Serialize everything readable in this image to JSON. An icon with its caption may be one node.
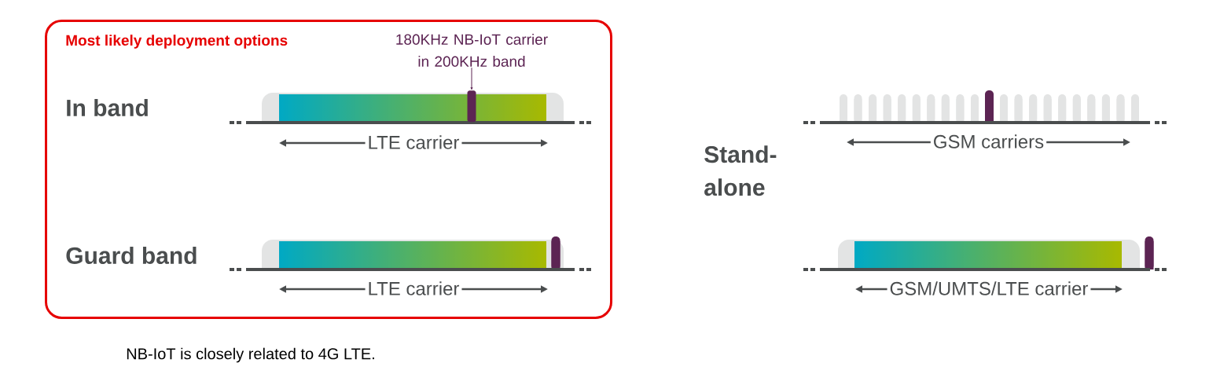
{
  "diagram": {
    "caption": "NB-IoT is closely related to 4G LTE.",
    "nodes": [
      {
        "text": [
          "Most likely deployment options"
        ]
      },
      {
        "text": [
          "180KHz NB-IoT carrier in 200KHz band"
        ],
        "in": 0
      },
      {
        "text": [],
        "shape": "bar",
        "in": 0
      }
    ],
    "edges": [
      {
        "from": 1,
        "to": 2,
        "arrow": "to"
      }
    ],
    "labels": [
      "In band",
      "LTE carrier",
      "Guard band",
      "LTE carrier",
      "Stand- alone",
      "GSM carriers",
      "GSM/UMTS/LTE carrier"
    ]
  }
}
